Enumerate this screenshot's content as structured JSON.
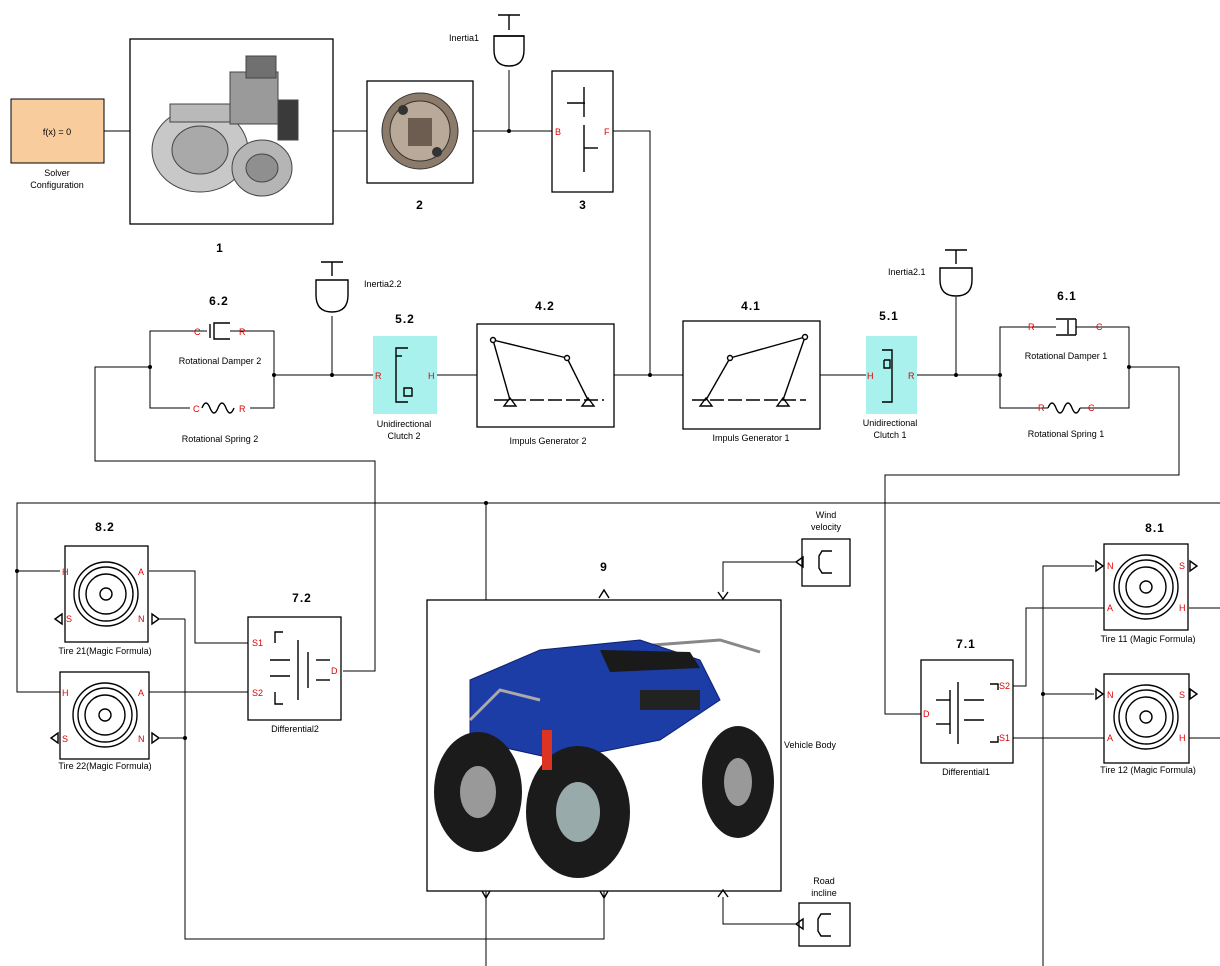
{
  "solver": {
    "expr": "f(x) = 0",
    "label_1": "Solver",
    "label_2": "Configuration",
    "fill": "#f9cc9d"
  },
  "clutch_fill": "#a9f1ed",
  "numbers": {
    "n1": "1",
    "n2": "2",
    "n3": "3",
    "n42": "4.2",
    "n41": "4.1",
    "n52": "5.2",
    "n51": "5.1",
    "n62": "6.2",
    "n61": "6.1",
    "n72": "7.2",
    "n71": "7.1",
    "n82": "8.2",
    "n81": "8.1",
    "n9": "9"
  },
  "labels": {
    "inertia1": "Inertia1",
    "inertia22": "Inertia2.2",
    "inertia21": "Inertia2.1",
    "damper2": "Rotational Damper 2",
    "spring2": "Rotational Spring 2",
    "damper1": "Rotational Damper 1",
    "spring1": "Rotational Spring 1",
    "clutch2_a": "Unidirectional",
    "clutch2_b": "Clutch 2",
    "clutch1_a": "Unidirectional",
    "clutch1_b": "Clutch 1",
    "gen2": "Impuls Generator 2",
    "gen1": "Impuls Generator 1",
    "diff2": "Differential2",
    "diff1": "Differential1",
    "tire21": "Tire 21(Magic Formula)",
    "tire22": "Tire 22(Magic Formula)",
    "tire11": "Tire 11 (Magic Formula)",
    "tire12": "Tire 12 (Magic Formula)",
    "vehicle": "Vehicle Body",
    "wind_a": "Wind",
    "wind_b": "velocity",
    "road_a": "Road",
    "road_b": "incline"
  },
  "ports": {
    "B": "B",
    "F": "F",
    "C": "C",
    "R": "R",
    "H": "H",
    "A": "A",
    "S": "S",
    "N": "N",
    "D": "D",
    "S1": "S1",
    "S2": "S2"
  }
}
